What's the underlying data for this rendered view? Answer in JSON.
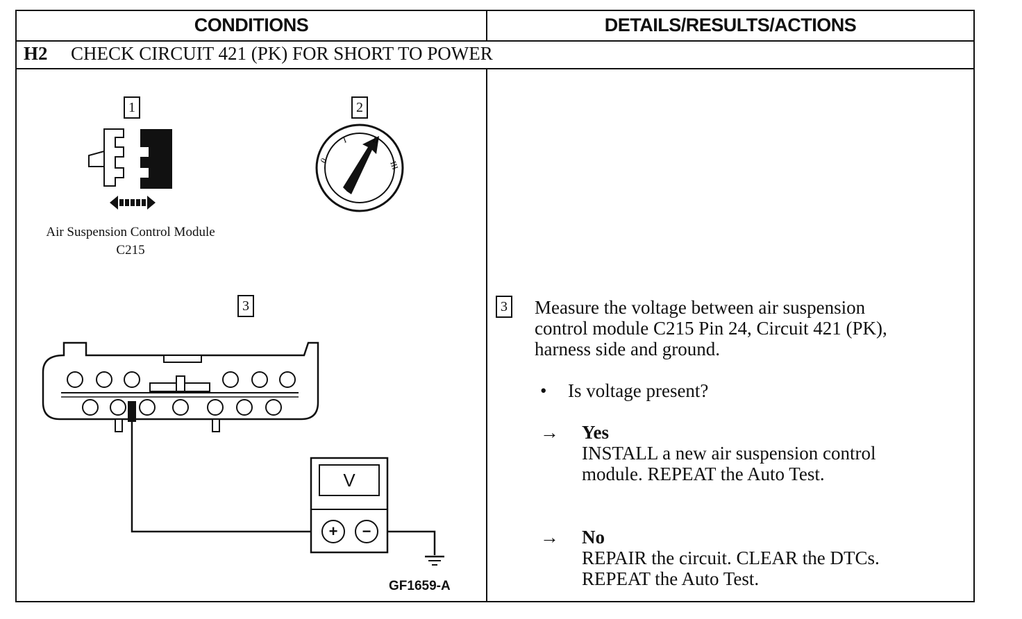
{
  "header": {
    "conditions": "CONDITIONS",
    "details": "DETAILS/RESULTS/ACTIONS"
  },
  "step": {
    "id": "H2",
    "title": "CHECK CIRCUIT 421 (PK) FOR SHORT TO POWER"
  },
  "illustration": {
    "callout_1": "1",
    "callout_2": "2",
    "callout_3": "3",
    "module_caption_line1": "Air Suspension Control Module",
    "module_caption_line2": "C215",
    "ignition_positions": [
      "0",
      "I",
      "II",
      "III"
    ],
    "meter_label": "V",
    "plus_symbol": "+",
    "minus_symbol": "−",
    "figure_id": "GF1659-A"
  },
  "details": {
    "callout": "3",
    "instruction_line1": "Measure the voltage between air suspension",
    "instruction_line2": "control module C215 Pin 24, Circuit 421 (PK),",
    "instruction_line3": "harness side and ground.",
    "bullet": "•",
    "question": "Is voltage present?",
    "arrow": "→",
    "yes_label": "Yes",
    "yes_action_line1": "INSTALL a new air suspension control",
    "yes_action_line2": "module. REPEAT the Auto Test.",
    "no_label": "No",
    "no_action_line1": "REPAIR the circuit. CLEAR the DTCs.",
    "no_action_line2": "REPEAT the Auto Test."
  }
}
